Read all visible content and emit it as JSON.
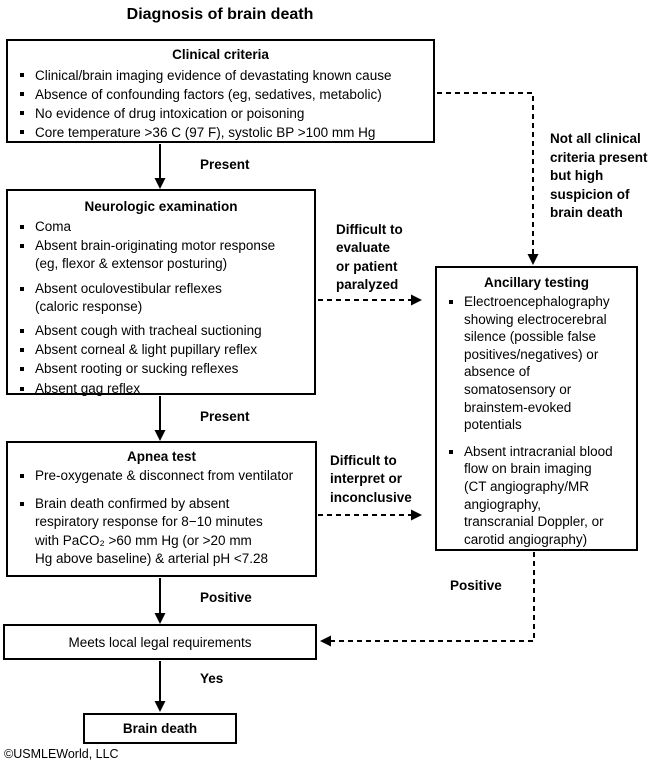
{
  "title": "Diagnosis of brain death",
  "footer": "©USMLEWorld, LLC",
  "boxes": {
    "clinical": {
      "title": "Clinical criteria",
      "bullets": [
        "Clinical/brain imaging evidence of devastating known cause",
        "Absence of confounding factors (eg, sedatives, metabolic)",
        "No evidence of drug intoxication or poisoning",
        "Core temperature >36 C (97 F), systolic BP >100 mm Hg"
      ]
    },
    "neurologic": {
      "title": "Neurologic examination",
      "bullets": [
        "Coma",
        "Absent brain-originating motor response\n(eg, flexor & extensor posturing)",
        "Absent oculovestibular reflexes\n(caloric response)",
        "Absent cough with tracheal suctioning",
        "Absent corneal & light pupillary reflex",
        "Absent rooting or sucking reflexes",
        "Absent gag reflex"
      ]
    },
    "apnea": {
      "title": "Apnea test",
      "bullets": [
        "Pre-oxygenate & disconnect from ventilator",
        "Brain death confirmed by absent\nrespiratory response for 8−10 minutes\nwith PaCO₂ >60 mm Hg (or >20 mm\nHg above baseline) & arterial pH <7.28"
      ]
    },
    "ancillary": {
      "title": "Ancillary testing",
      "bullets": [
        "Electroencephalography\nshowing electrocerebral\nsilence (possible false\npositives/negatives) or\nabsence of\nsomatosensory or\nbrainstem-evoked\npotentials",
        "Absent intracranial blood\nflow on brain imaging\n(CT angiography/MR\nangiography,\ntranscranial Doppler, or\ncarotid angiography)"
      ]
    },
    "legal": {
      "label": "Meets local legal requirements"
    },
    "brain_death": {
      "label": "Brain death"
    }
  },
  "edge_labels": {
    "present_1": "Present",
    "present_2": "Present",
    "positive_apnea": "Positive",
    "positive_ancillary": "Positive",
    "yes": "Yes",
    "difficult_evaluate": "Difficult to\nevaluate\nor patient\nparalyzed",
    "difficult_interpret": "Difficult to\ninterpret or\ninconclusive",
    "not_all_criteria": "Not all clinical\ncriteria present\nbut high\nsuspicion of\nbrain death"
  },
  "colors": {
    "line": "#000000",
    "background": "#ffffff",
    "text": "#000000"
  }
}
